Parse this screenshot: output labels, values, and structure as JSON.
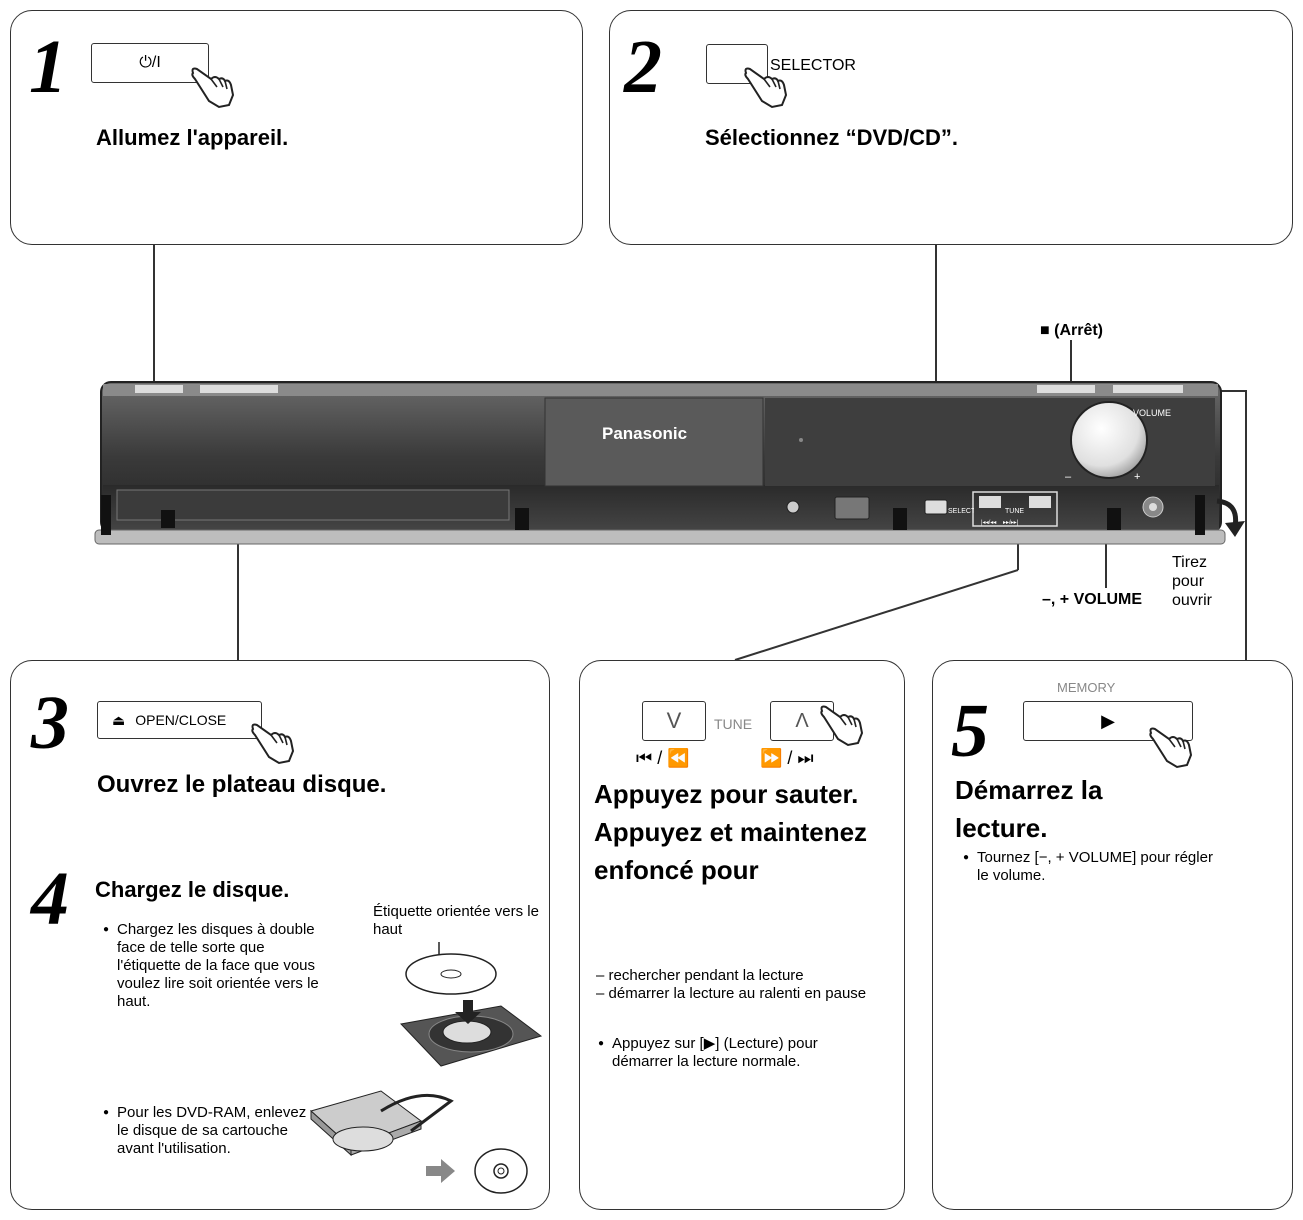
{
  "step1": {
    "number": "1",
    "button_label": "⏻/I",
    "title": "Allumez l'appareil."
  },
  "step2": {
    "number": "2",
    "button_label": "SELECTOR",
    "title": "Sélectionnez “DVD/CD”."
  },
  "device": {
    "stop_label": "■ (Arrêt)",
    "brand": "Panasonic",
    "volume_knob_label": "VOLUME",
    "volume_minus": "–",
    "volume_plus": "+",
    "selector_small": "SELECTOR",
    "tune_small": "TUNE",
    "skip_small": "|◂◂/◂◂    ▸▸/▸▸|",
    "volume_callout": "–, + VOLUME",
    "pull_open": [
      "Tirez",
      "pour",
      "ouvrir"
    ]
  },
  "step3": {
    "number": "3",
    "button_label": "OPEN/CLOSE",
    "title": "Ouvrez le plateau disque."
  },
  "step4": {
    "number": "4",
    "title": "Chargez le disque.",
    "bullet1": "Chargez les disques à double face de telle sorte que l'étiquette de la face que vous voulez lire soit orientée vers le haut.",
    "label_up": "Étiquette orientée vers le haut",
    "bullet2": "Pour les DVD-RAM, enlevez le disque de sa cartouche avant l'utilisation."
  },
  "skip": {
    "down_label": "V",
    "tune_label": "TUNE",
    "up_label": "Λ",
    "left_symbols": "⏮ / ⏪",
    "right_symbols": "⏩ / ⏭",
    "title": "Appuyez pour sauter. Appuyez et maintenez enfoncé pour",
    "dash1": "– rechercher pendant la lecture",
    "dash2": "– démarrer la lecture au ralenti en pause",
    "bullet": "Appuyez sur [▶] (Lecture) pour démarrer la lecture normale."
  },
  "step5": {
    "number": "5",
    "memory_label": "MEMORY",
    "play_symbol": "▶",
    "title": "Démarrez la lecture.",
    "bullet": "Tournez [−, + VOLUME] pour régler le volume."
  }
}
